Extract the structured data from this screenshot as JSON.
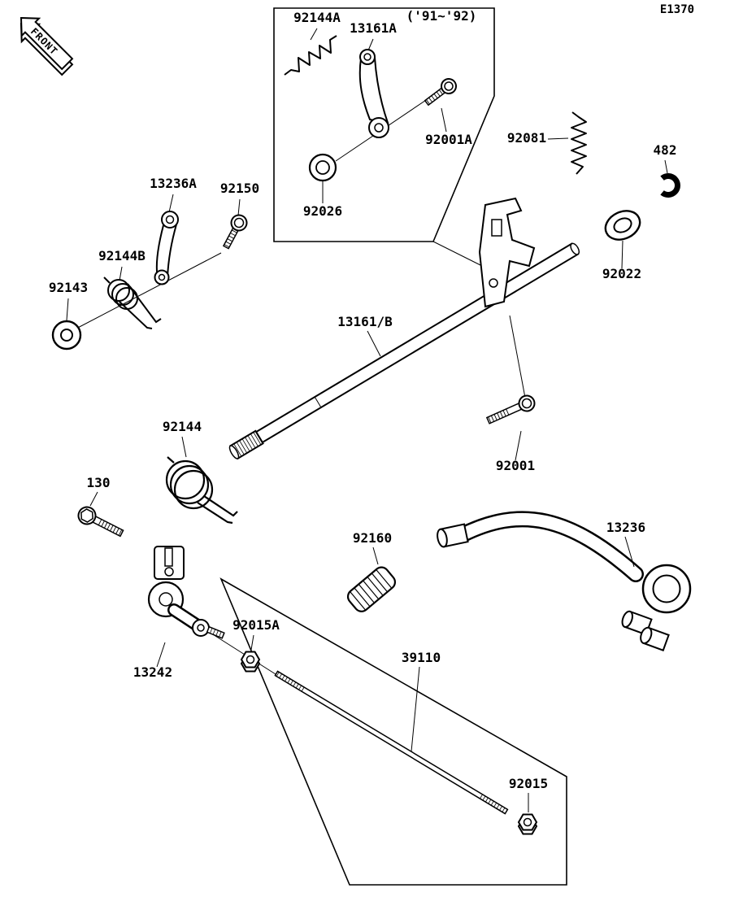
{
  "meta": {
    "code": "E1370",
    "front_label": "FRONT",
    "variant_note": "('91~'92)",
    "ink_color": "#000000",
    "background_color": "#ffffff"
  },
  "parts": {
    "92144A": {
      "label": "92144A"
    },
    "13161A": {
      "label": "13161A"
    },
    "92001A": {
      "label": "92001A"
    },
    "92026": {
      "label": "92026"
    },
    "92081": {
      "label": "92081"
    },
    "482": {
      "label": "482"
    },
    "92022": {
      "label": "92022"
    },
    "13236A": {
      "label": "13236A"
    },
    "92150": {
      "label": "92150"
    },
    "92144B": {
      "label": "92144B"
    },
    "92143": {
      "label": "92143"
    },
    "13161/B": {
      "label": "13161/B"
    },
    "92001": {
      "label": "92001"
    },
    "92144": {
      "label": "92144"
    },
    "130": {
      "label": "130"
    },
    "13242": {
      "label": "13242"
    },
    "92015A": {
      "label": "92015A"
    },
    "92160": {
      "label": "92160"
    },
    "13236": {
      "label": "13236"
    },
    "39110": {
      "label": "39110"
    },
    "92015": {
      "label": "92015"
    }
  }
}
